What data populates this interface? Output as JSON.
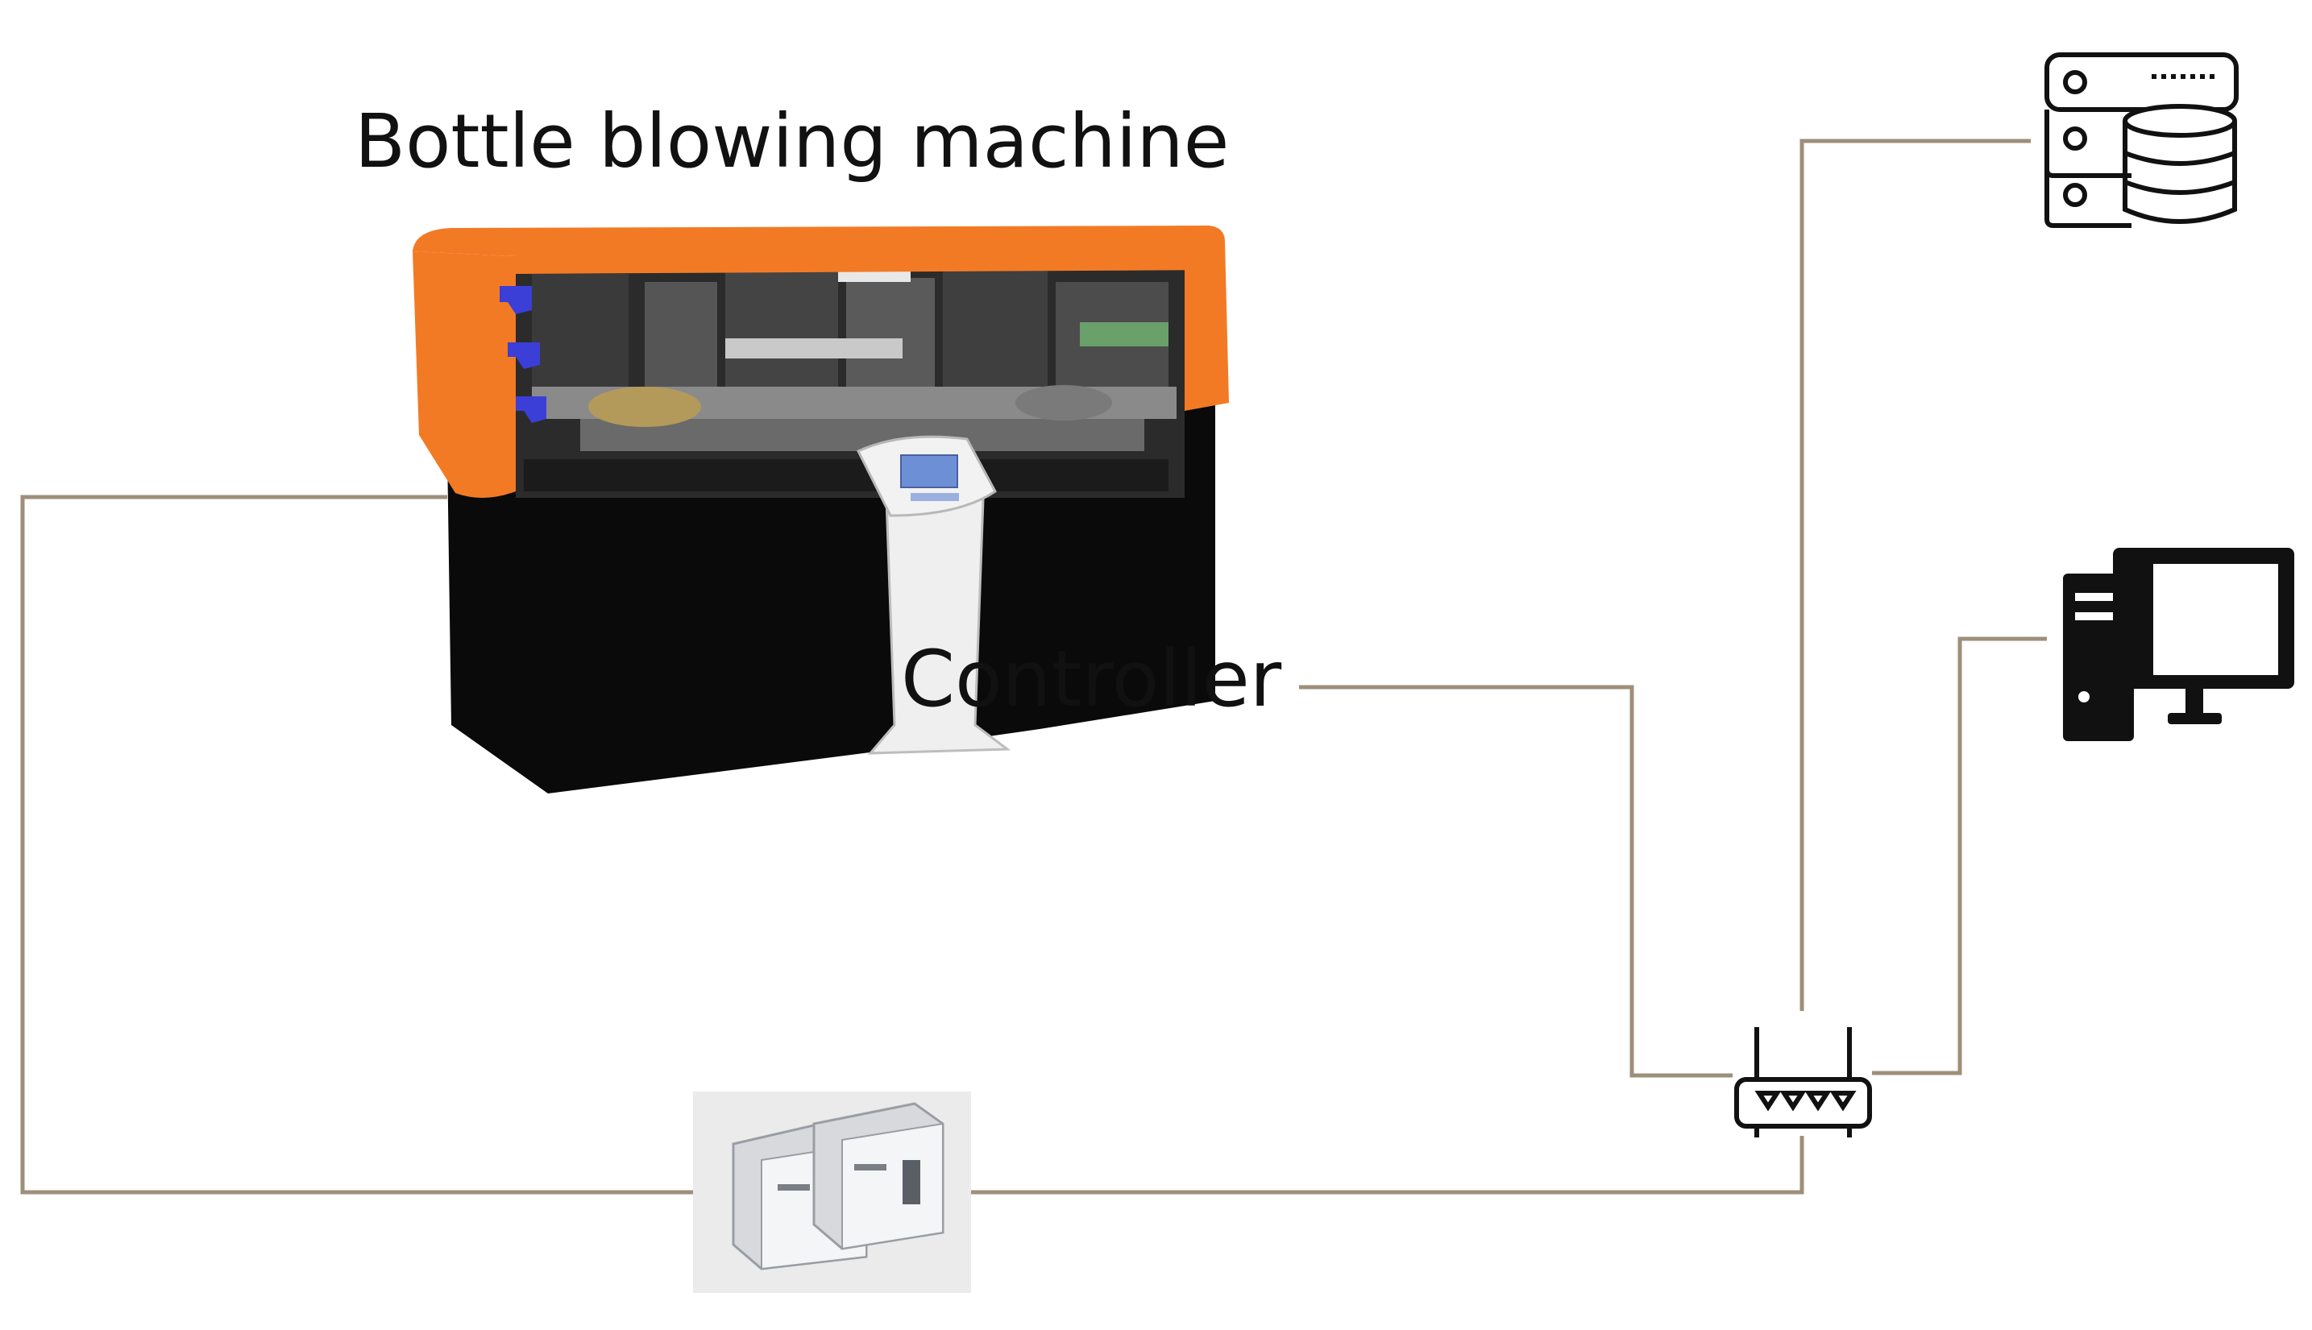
{
  "diagram": {
    "machine_title": "Bottle blowing machine",
    "controller_label": "Controller",
    "icons": {
      "database_server": "database-server-icon",
      "desktop_computer": "desktop-computer-icon",
      "router": "router-icon",
      "gateway_device": "io-gateway-device",
      "machine": "bottle-blowing-machine"
    },
    "colors": {
      "wire": "#9e8f7a",
      "machine_orange": "#f37a25",
      "machine_body": "#0a0a0a",
      "icon_stroke": "#111111",
      "marker_blue": "#3b3fd8"
    }
  }
}
